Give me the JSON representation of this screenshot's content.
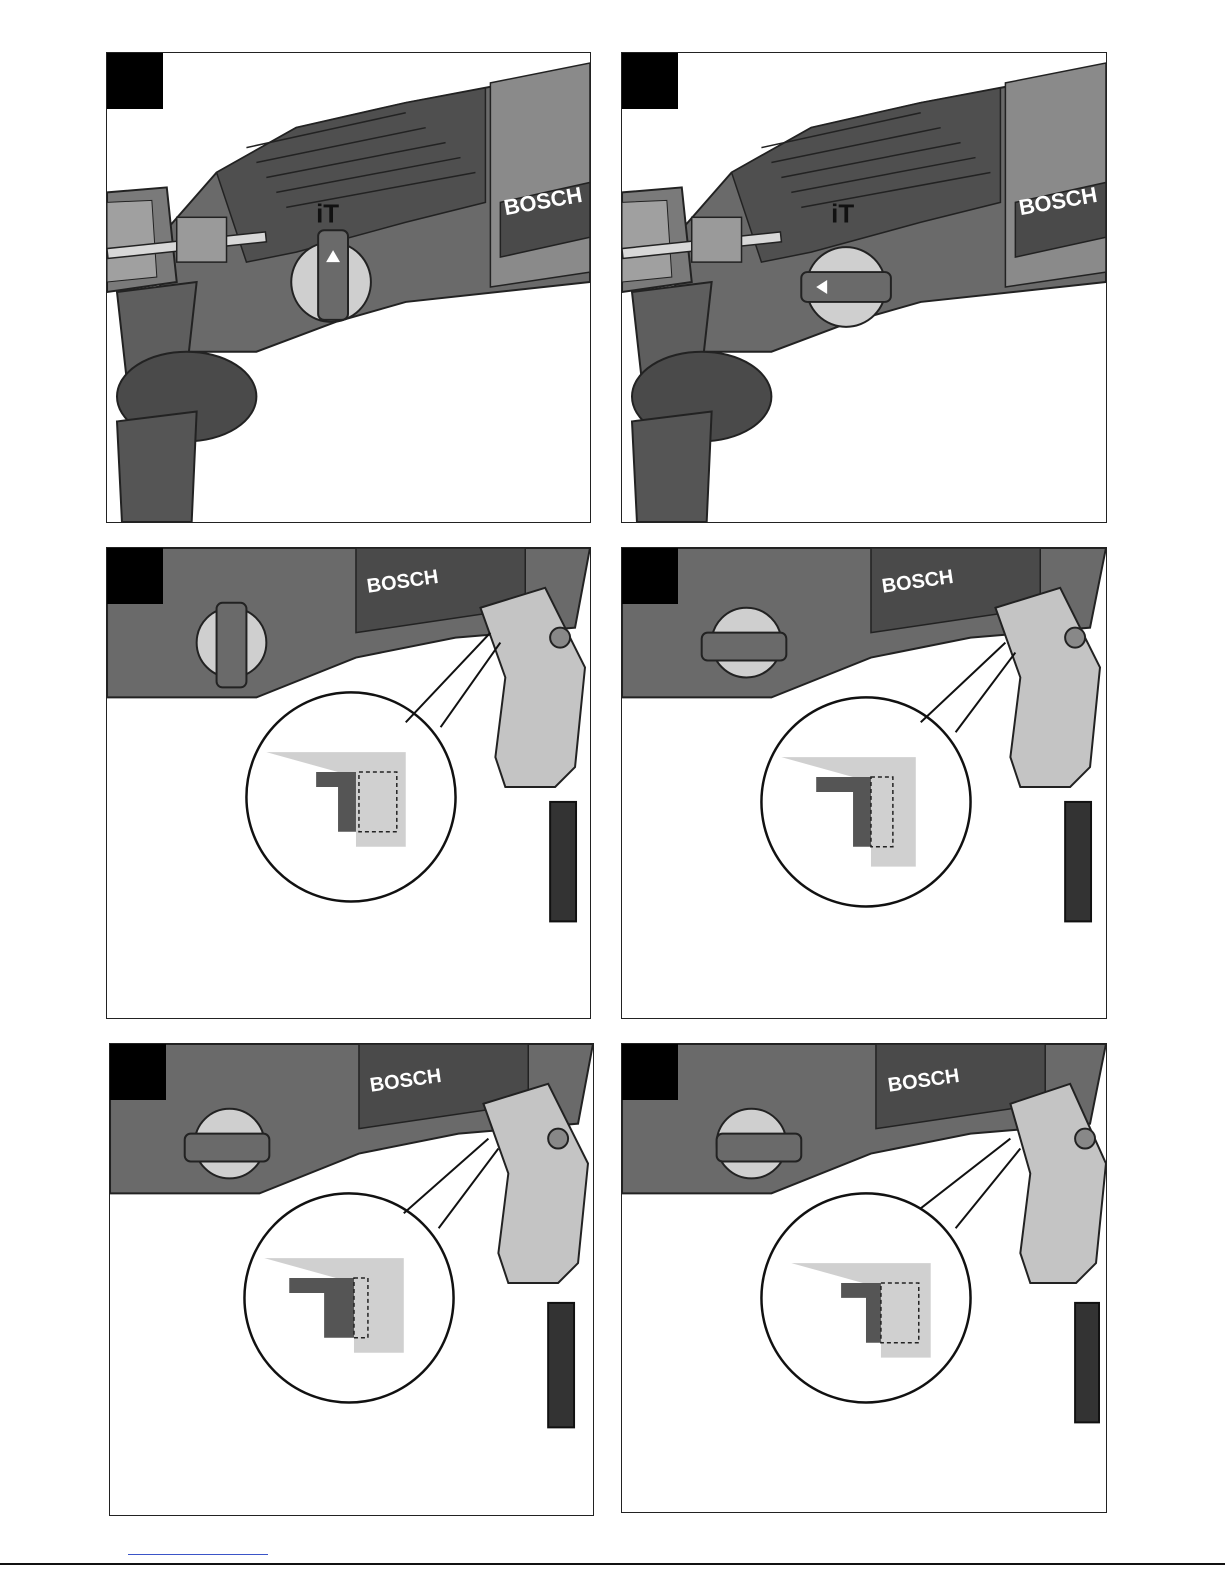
{
  "brand": "BOSCH",
  "colors": {
    "housing": "#5a5a5a",
    "housing_light": "#b9b9b9",
    "housing_dark": "#3b3b3b",
    "outline": "#222222",
    "inset_light": "#d0d0d0",
    "inset_dark": "#555555"
  },
  "panels": [
    {
      "id": "p1",
      "view": "front",
      "knob": "vertical",
      "inset": false
    },
    {
      "id": "p2",
      "view": "front",
      "knob": "horizontal",
      "inset": false
    },
    {
      "id": "p3",
      "view": "side",
      "knob": "vertical",
      "inset": true
    },
    {
      "id": "p4",
      "view": "side",
      "knob": "horizontal",
      "inset": true
    },
    {
      "id": "p5",
      "view": "side",
      "knob": "horizontal",
      "inset": true
    },
    {
      "id": "p6",
      "view": "side",
      "knob": "horizontal-right",
      "inset": true
    }
  ]
}
